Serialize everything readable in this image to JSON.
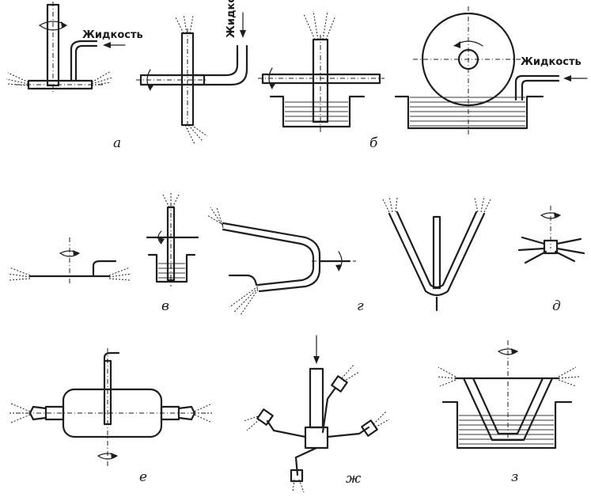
{
  "labels": {
    "a": "а",
    "b": "б",
    "v": "в",
    "g": "г",
    "d": "д",
    "e": "е",
    "zh": "ж",
    "z": "з"
  },
  "liquid_word": "Жидкость",
  "colors": {
    "ink": "#1e1e1e",
    "background": "#ffffff"
  }
}
